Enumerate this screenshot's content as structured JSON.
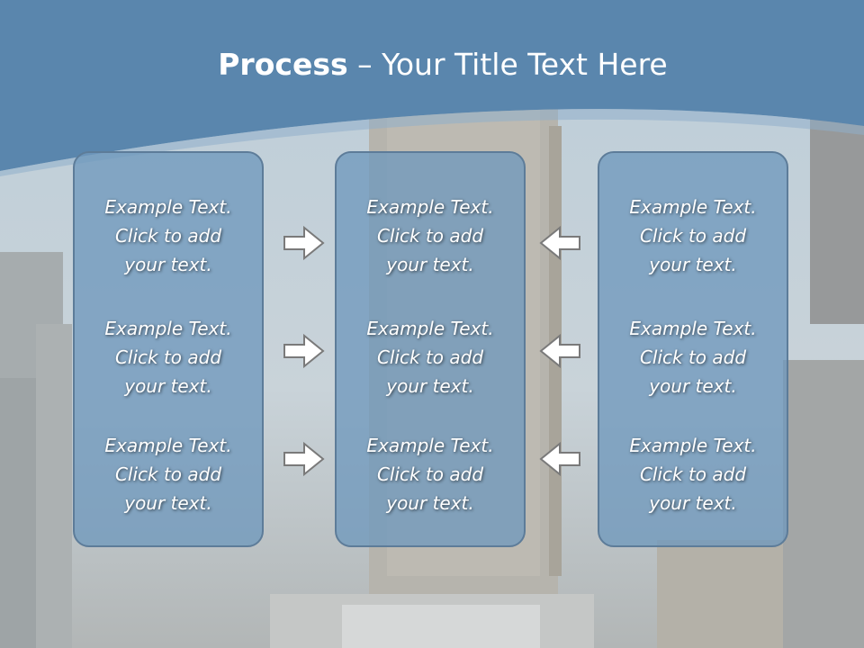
{
  "slide": {
    "title_bold": "Process",
    "title_rest": " – Your Title Text Here",
    "columns": [
      {
        "items": [
          "Example Text.\nClick  to add\nyour text.",
          "Example Text.\nClick  to add\nyour text.",
          "Example Text.\nClick  to add\nyour text."
        ]
      },
      {
        "items": [
          "Example Text.\nClick  to add\nyour text.",
          "Example Text.\nClick  to add\nyour text.",
          "Example Text.\nClick  to add\nyour text."
        ]
      },
      {
        "items": [
          "Example Text.\nClick  to add\nyour text.",
          "Example Text.\nClick  to add\nyour text.",
          "Example Text.\nClick  to add\nyour text."
        ]
      }
    ],
    "arrows_left_column": [
      "right-arrow-icon",
      "right-arrow-icon",
      "right-arrow-icon"
    ],
    "arrows_right_column": [
      "left-arrow-icon",
      "left-arrow-icon",
      "left-arrow-icon"
    ],
    "colors": {
      "header_blue": "#5a86ad",
      "box_fill": "#7098bc",
      "box_border": "#5d7c99",
      "text": "#ffffff"
    }
  }
}
